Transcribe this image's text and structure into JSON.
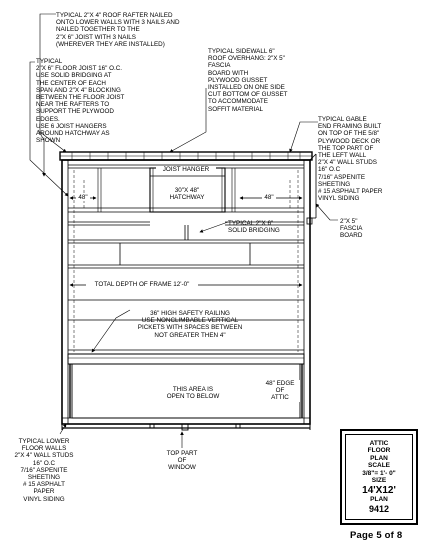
{
  "notes": {
    "rafter": "TYPICAL 2\"X 4\"  ROOF RAFTER NAILED\nONTO LOWER WALLS WITH 3 NAILS AND\nNAILED TOGETHER TO THE\n2\"X 6\" JOIST WITH 3 NAILS\n(WHEREVER THEY ARE  INSTALLED)",
    "floor_joist": "TYPICAL\n2\"X 6\" FLOOR JOIST 16\" O.C.\nUSE SOLID BRIDGING AT\nTHE CENTER OF EACH\nSPAN AND  2\"X 4\" BLOCKING\nBETWEEN THE FLOOR JOIST\nNEAR THE RAFTERS TO\nSUPPORT THE PLYWOOD\nEDGES.\nUSE 6 JOIST HANGERS\nAROUND HATCHWAY AS\nSHOWN",
    "sidewall": "TYPICAL SIDEWALL 6\"\nROOF OVERHANG: 2\"X 5\"\nFASCIA\nBOARD WITH\nPLYWOOD GUSSET\nINSTALLED  ON ONE SIDE\nCUT BOTTOM OF GUSSET\nTO ACCOMMODATE\nSOFFIT MATERIAL",
    "gable": "TYPICAL GABLE\nEND FRAMING BUILT\nON TOP OF THE 5/8\"\nPLYWOOD DECK OR\nTHE TOP PART OF\nTHE LEFT WALL\n2\"X 4\" WALL STUDS\n16\" O.C\n7/16\" ASPENITE\nSHEETING\n# 15 ASPHALT PAPER\nVINYL SIDING",
    "fascia": "2\"X 5\"\nFASCIA\nBOARD",
    "solid_bridging": "TYPICAL  2\"X 6\"\nSOLID BRIDGING",
    "railing": "36\" HIGH SAFETY RAILING\nUSE NONCLIMBABLE VERTICAL\nPICKETS WITH SPACES BETWEEN\nNOT GREATER THEN 4\"",
    "attic_edge": "48\"  EDGE\nOF\nATTIC",
    "open_below": "THIS AREA IS\nOPEN TO BELOW",
    "lower_walls": "TYPICAL LOWER\nFLOOR WALLS\n2\"X 4\" WALL STUDS\n16\" O.C\n7/16\" ASPENITE\nSHEETING\n# 15 ASPHALT\nPAPER\nVINYL SIDING",
    "window": "TOP PART\nOF\nWINDOW"
  },
  "labels": {
    "joist_hanger": "JOIST HANGER",
    "hatchway": "30\"X 48\"\nHATCHWAY",
    "dim_left": "48\"",
    "dim_right": "48\"",
    "total_depth": "TOTAL DEPTH OF FRAME 12'-0\""
  },
  "title_block": {
    "heading": "ATTIC\nFLOOR\nPLAN",
    "scale_label": "SCALE",
    "scale": "3/8\"= 1'- 0\"",
    "size_label": "SIZE",
    "size": "14'X12'",
    "plan_label": "PLAN",
    "plan_number": "9412"
  },
  "page_number": "Page  5  of  8"
}
